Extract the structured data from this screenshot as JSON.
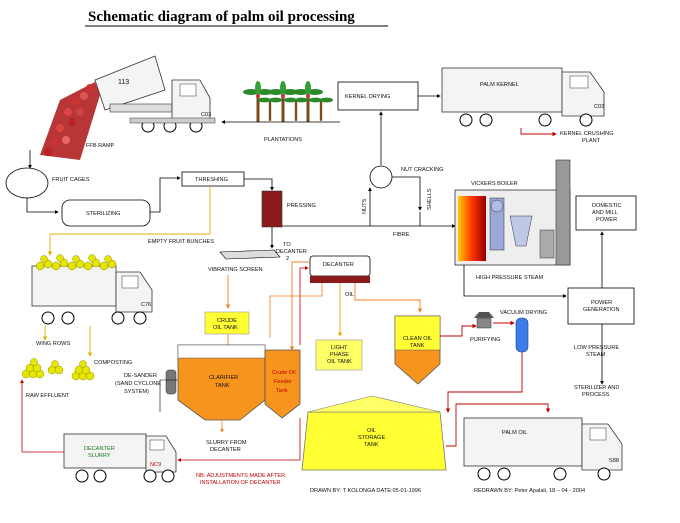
{
  "title": "Schematic diagram of palm oil processing",
  "labels": {
    "ffb_ramp": "FFB RAMP",
    "plantations": "PLANTATIONS",
    "kernel_drying": "KERNEL DRYING",
    "palm_kernel": "PALM KERNEL",
    "kernel_crushing_1": "KERNEL CRUSHING",
    "kernel_crushing_2": "PLANT",
    "fruit_cages": "FRUIT CAGES",
    "threshing": "THRESHING",
    "sterilizing": "STERILIZING",
    "pressing": "PRESSING",
    "nut_cracking": "NUT CRACKING",
    "nuts": "NUTS",
    "shells": "SHELLS",
    "fibre": "FIBRE",
    "vickers_boiler": "VICKERS BOILER",
    "domestic_1": "DOMESTIC",
    "domestic_2": "AND MILL",
    "domestic_3": "POWER",
    "empty_fruit_bunches": "EMPTY FRUIT BUNCHES",
    "high_pressure_steam": "HIGH PRESSURE STEAM",
    "to_decanter_1": "TO",
    "to_decanter_2": "DECANTER",
    "to_decanter_3": "2",
    "decanter": "DECANTER",
    "vibrating_screen": "VIBRATING SCREEN",
    "oil": "OIL",
    "crude_oil_tank_1": "CRUDE",
    "crude_oil_tank_2": "OIL TANK",
    "power_gen_1": "POWER",
    "power_gen_2": "GENERATION",
    "wing_rows": "WING ROWS",
    "composting": "COMPOSTING",
    "vacuum_drying": "VACUUM DRYING",
    "purifying": "PURIFYING",
    "clean_oil_1": "CLEAN OIL",
    "clean_oil_2": "TANK",
    "clarifier_1": "CLARIFIER",
    "clarifier_2": "TANK",
    "crude_feeder_1": "Crude Oil",
    "crude_feeder_2": "Feeder",
    "crude_feeder_3": "Tank",
    "light_phase_1": "LIGHT",
    "light_phase_2": "PHASE",
    "light_phase_3": "OIL TANK",
    "low_pressure_1": "LOW PRESSURE",
    "low_pressure_2": "STEAM",
    "desander_1": "DE-SANDER",
    "desander_2": "(SAND CYCLONE",
    "desander_3": "SYSTEM)",
    "raw_effluent": "RAW EFFLUENT",
    "sterilizer_process_1": "STERILIZER AND",
    "sterilizer_process_2": "PROCESS",
    "slurry_1": "SLURRY FROM",
    "slurry_2": "DECANTER",
    "oil_storage_1": "OIL",
    "oil_storage_2": "STORAGE",
    "oil_storage_3": "TANK",
    "palm_oil": "PALM OIL",
    "decanter_slurry_1": "DECANTER",
    "decanter_slurry_2": "SLURRY",
    "note_1": "NB: ADJUSTMENTS MADE AFTER",
    "note_2": "INSTALLATION OF DECANTER",
    "drawn_by": "DRAWN BY: T KOLONGA DATE:05-01-1996",
    "redrawn_by": "REDRAWN BY: Peter Apalali, 18 – 04 - 2004",
    "truck_113": "113",
    "truck_c03a": "C03",
    "truck_c03b": "C03",
    "truck_c76": "C76",
    "truck_s88": "S88",
    "truck_nc9": "NC9"
  },
  "colors": {
    "yellow": "#ffff33",
    "orange": "#f7941d",
    "red_brown": "#8b1a1a",
    "flow_red": "#c00000",
    "flow_yellow": "#f0c000",
    "flow_orange": "#f08020"
  }
}
